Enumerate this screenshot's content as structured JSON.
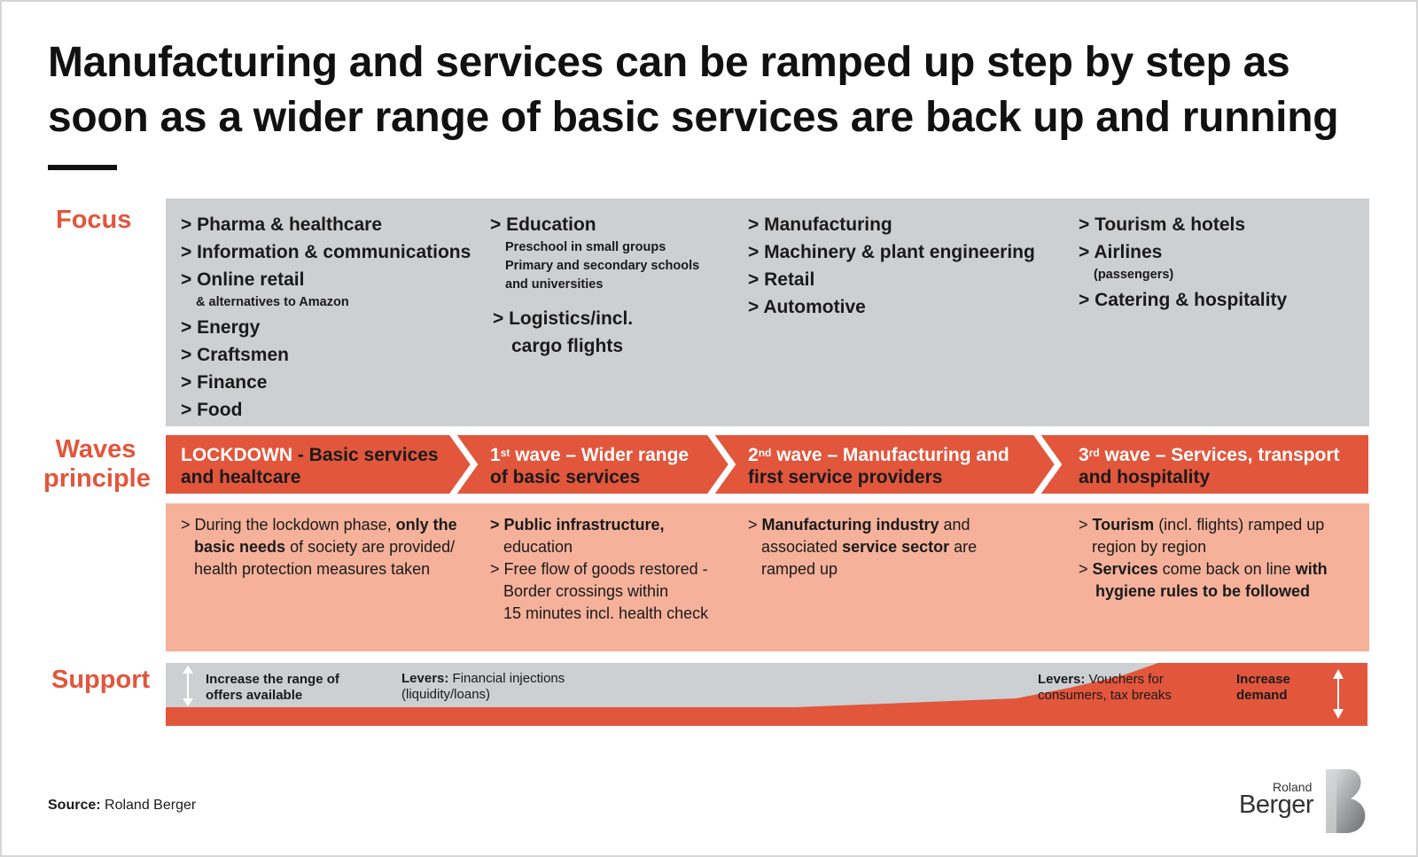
{
  "title": "Manufacturing and services can be ramped up step by step as soon as a wider range of basic services are back up and running",
  "row_labels": {
    "focus": "Focus",
    "waves_line1": "Waves",
    "waves_line2": "principle",
    "support": "Support"
  },
  "focus": {
    "col1": [
      {
        "label": "> Pharma & healthcare"
      },
      {
        "label": "> Information & communications"
      },
      {
        "label": "> Online retail",
        "sub": "& alternatives to Amazon"
      },
      {
        "label": "> Energy"
      },
      {
        "label": "> Craftsmen"
      },
      {
        "label": "> Finance"
      },
      {
        "label": "> Food"
      }
    ],
    "col2": {
      "education": "> Education",
      "education_sub": [
        "Preschool in small groups",
        "Primary and secondary schools",
        "and universities"
      ],
      "logistics_line1": "> Logistics/incl.",
      "logistics_line2": "cargo flights"
    },
    "col3": [
      "> Manufacturing",
      "> Machinery & plant engineering",
      "> Retail",
      "> Automotive"
    ],
    "col4": {
      "tourism": "> Tourism & hotels",
      "airlines": "> Airlines",
      "airlines_sub": "(passengers)",
      "catering": "> Catering & hospitality"
    }
  },
  "waves": {
    "w1": {
      "head": "LOCKDOWN",
      "sep": " - ",
      "tail1": "Basic services",
      "line2": "and healtcare"
    },
    "w2": {
      "num": "1",
      "sup": "st",
      "line1_rest": " wave – Wider range",
      "line2": "of basic services"
    },
    "w3": {
      "num": "2",
      "sup": "nd",
      "line1_rest": " wave – Manufacturing and",
      "line2": "first service providers"
    },
    "w4": {
      "num": "3",
      "sup": "rd",
      "line1_rest": " wave – Services, transport",
      "line2": "and hospitality"
    }
  },
  "descriptions": {
    "d1": {
      "l1a": "> During the lockdown phase, ",
      "l1b": "only the",
      "l2a": "basic needs",
      "l2b": " of society are provided/",
      "l3": "health protection measures taken"
    },
    "d2": {
      "l1": "> Public infrastructure,",
      "l2": "education",
      "l3": "> Free flow of goods restored -",
      "l4": "Border crossings within",
      "l5": "15 minutes incl. health check"
    },
    "d3": {
      "l1a": "> ",
      "l1b": "Manufacturing industry",
      "l1c": " and",
      "l2a": "associated ",
      "l2b": "service sector",
      "l2c": " are",
      "l3": "ramped up"
    },
    "d4": {
      "l1a": "> ",
      "l1b": "Tourism",
      "l1c": " (incl. flights) ramped up",
      "l2": "region by region",
      "l3a": "> ",
      "l3b": "Services",
      "l3c": " come back on line ",
      "l3d": "with",
      "l4": "hygiene rules to be followed"
    }
  },
  "support": {
    "increase_range_1": "Increase the range of",
    "increase_range_2": "offers available",
    "levers1_label": "Levers:",
    "levers1_text1": " Financial injections",
    "levers1_text2": "(liquidity/loans)",
    "levers2_label": "Levers:",
    "levers2_text1": " Vouchers for",
    "levers2_text2": "consumers, tax breaks",
    "increase_demand_1": "Increase",
    "increase_demand_2": "demand"
  },
  "source": {
    "label": "Source:",
    "text": " Roland Berger"
  },
  "logo": {
    "word1": "Roland",
    "word2": "Berger"
  },
  "colors": {
    "accent": "#e2563c",
    "grey": "#cdd0d3",
    "salmon": "#f5b19a"
  }
}
